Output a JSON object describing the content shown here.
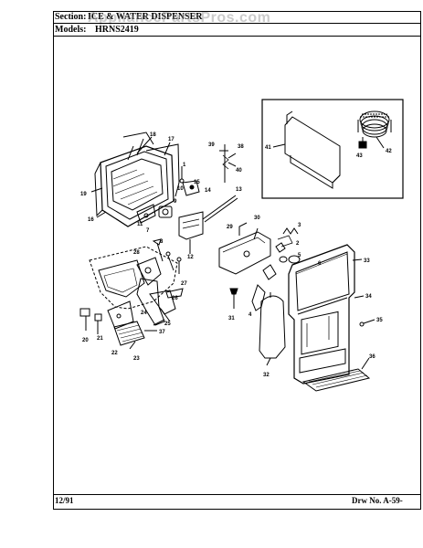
{
  "header": {
    "section_label": "Section:",
    "section_value": "ICE & WATER DISPENSER",
    "models_label": "Models:",
    "models_value": "HRNS2419"
  },
  "watermark": "AppliancePartsPros.com",
  "footer": {
    "date": "12/91",
    "drawing_number": "Drw No. A-59-"
  },
  "callouts": [
    "1",
    "2",
    "3",
    "4",
    "5",
    "6",
    "7",
    "8",
    "9",
    "10",
    "11",
    "12",
    "13",
    "14",
    "15",
    "16",
    "17",
    "18",
    "19",
    "20",
    "21",
    "22",
    "23",
    "24",
    "25",
    "26",
    "27",
    "28",
    "29",
    "30",
    "31",
    "32",
    "33",
    "34",
    "35",
    "36",
    "37",
    "38",
    "39",
    "40",
    "41",
    "42",
    "43"
  ]
}
